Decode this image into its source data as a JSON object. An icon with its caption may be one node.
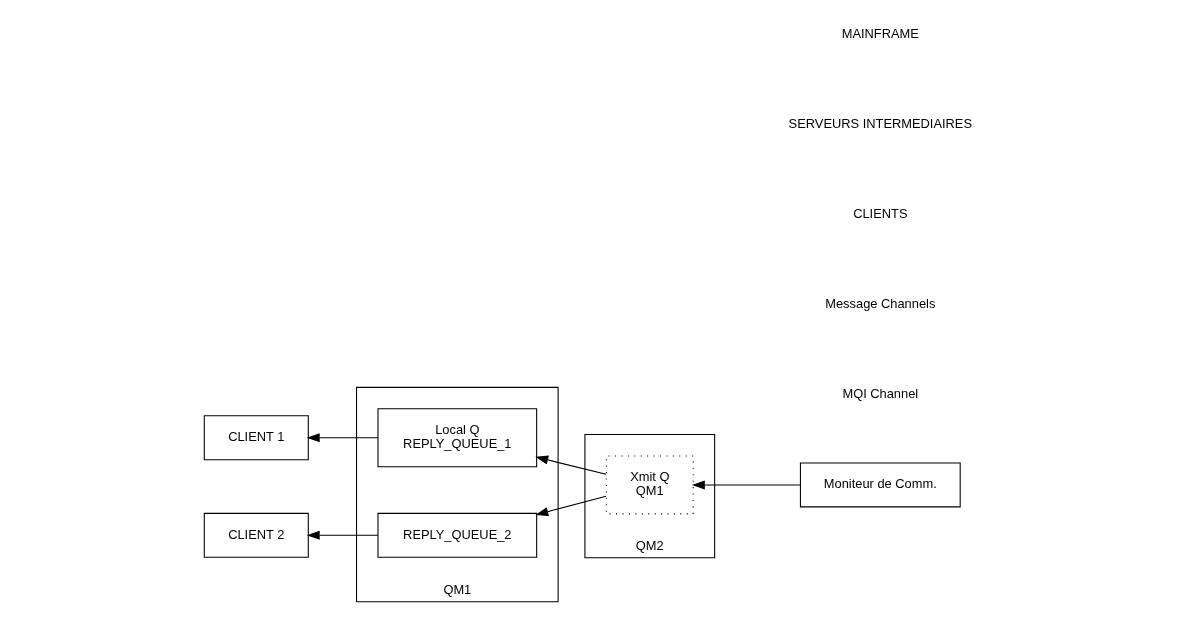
{
  "diagram": {
    "nodes": [
      {
        "text": [
          "CLIENT 1"
        ]
      },
      {
        "text": [
          "CLIENT 2"
        ]
      },
      {
        "text": [
          "QM1"
        ]
      },
      {
        "text": [
          "Local Q",
          "REPLY_QUEUE_1"
        ],
        "in": 2
      },
      {
        "text": [
          "REPLY_QUEUE_2"
        ],
        "in": 2
      },
      {
        "text": [
          "QM2"
        ]
      },
      {
        "text": [
          "Xmit Q",
          "QM1"
        ],
        "in": 5
      },
      {
        "text": [
          "Moniteur de Comm."
        ]
      }
    ],
    "edges": [
      {
        "from": 3,
        "to": 0,
        "arrow": "to"
      },
      {
        "from": 4,
        "to": 1,
        "arrow": "to"
      },
      {
        "from": 6,
        "to": 3,
        "arrow": "to"
      },
      {
        "from": 6,
        "to": 4,
        "arrow": "to"
      },
      {
        "from": 7,
        "to": 6,
        "arrow": "to"
      }
    ],
    "labels": [
      "MQI Channel",
      "Message Channels",
      "CLIENTS",
      "SERVEURS INTERMEDIAIRES",
      "MAINFRAME"
    ]
  }
}
